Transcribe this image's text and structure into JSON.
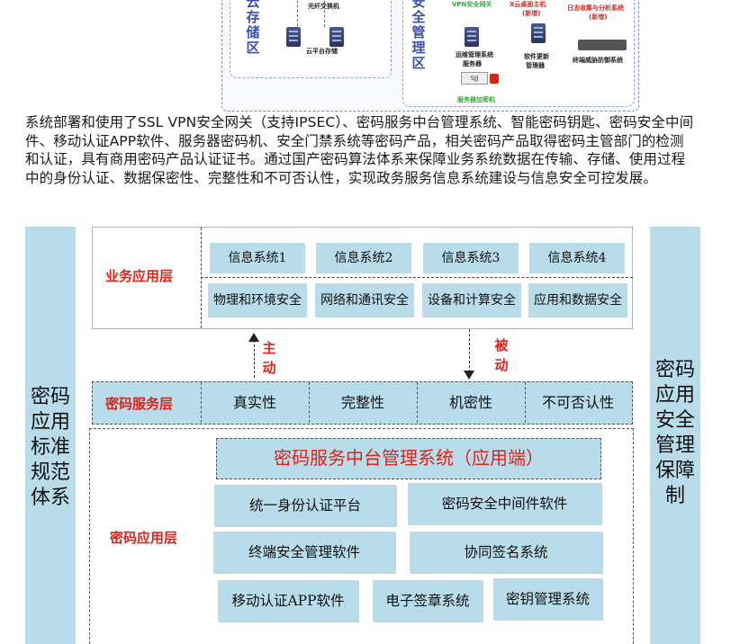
{
  "network": {
    "storage_zone": "云存储区",
    "security_zone": "安全管理区",
    "devices": {
      "fiber_switch": "光纤交换机",
      "cloud_storage": "云平台存储",
      "vpn_gateway": "VPN安全网关",
      "cloud_host": "X云桌面主机",
      "cloud_host_new": "(新增)",
      "log_system": "日志收集与分析系统",
      "log_system_new": "(新增)",
      "ops_server_1": "运维管理系统",
      "ops_server_2": "服务器",
      "update_server_1": "软件更新",
      "update_server_2": "管理器",
      "threat_defense": "终端威胁防御系统",
      "sjj": "SJJ",
      "crypto_machine": "服务器加密机"
    }
  },
  "paragraph": "系统部署和使用了SSL VPN安全网关（支持IPSEC）、密码服务中台管理系统、智能密码钥匙、密码安全中间件、移动认证APP软件、服务器密码机、安全门禁系统等密码产品，相关密码产品取得密码主管部门的检测和认证，具有商用密码产品认证证书。通过国产密码算法体系来保障业务系统数据在传输、存储、使用过程中的身份认证、数据保密性、完整性和不可否认性，实现政务服务信息系统建设与信息安全可控发展。",
  "arch": {
    "left_bar": "密码应用标准规范体系",
    "right_bar": "密码应用安全管理保障制",
    "business_layer": {
      "label": "业务应用层",
      "systems": [
        "信息系统1",
        "信息系统2",
        "信息系统3",
        "信息系统4"
      ],
      "security": [
        "物理和环境安全",
        "网络和通讯安全",
        "设备和计算安全",
        "应用和数据安全"
      ]
    },
    "flow": {
      "active": "主动",
      "passive": "被动"
    },
    "service_layer": {
      "label": "密码服务层",
      "items": [
        "真实性",
        "完整性",
        "机密性",
        "不可否认性"
      ]
    },
    "app_layer": {
      "label": "密码应用层",
      "title": "密码服务中台管理系统（应用端）",
      "modules": [
        "统一身份认证平台",
        "密码安全中间件软件",
        "终端安全管理软件",
        "协同签名系统",
        "移动认证APP软件",
        "电子签章系统",
        "密钥管理系统"
      ]
    }
  }
}
